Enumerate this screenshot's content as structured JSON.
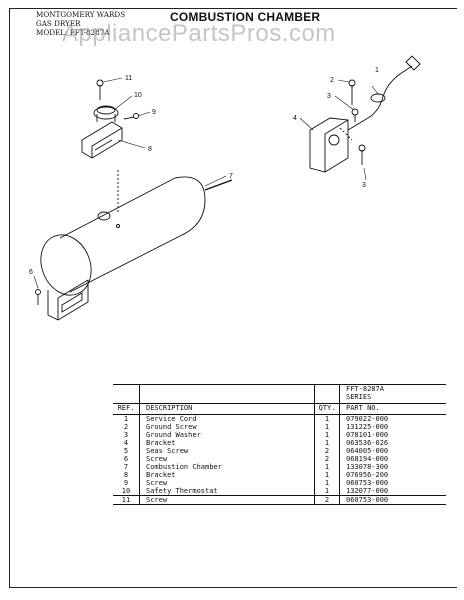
{
  "header": {
    "brand": "MONTGOMERY WARDS",
    "product": "GAS DRYER",
    "model_label": "MODEL:",
    "model_value": "FFT-8287A"
  },
  "title": "COMBUSTION CHAMBER",
  "watermark": "AppliancePartsPros.com",
  "callouts": [
    "1",
    "2",
    "3",
    "3",
    "4",
    "6",
    "7",
    "8",
    "9",
    "10",
    "11"
  ],
  "table": {
    "series_label": "FFT-8287A",
    "series_sub": "SERIES",
    "columns": {
      "ref": "REF.",
      "desc": "DESCRIPTION",
      "qty": "QTY.",
      "part": "PART NO."
    },
    "rows": [
      {
        "ref": "1",
        "desc": "Service Cord",
        "qty": "1",
        "part": "079022-000"
      },
      {
        "ref": "2",
        "desc": "Ground Screw",
        "qty": "1",
        "part": "131225-000"
      },
      {
        "ref": "3",
        "desc": "Ground Washer",
        "qty": "1",
        "part": "078101-000"
      },
      {
        "ref": "4",
        "desc": "Bracket",
        "qty": "1",
        "part": "063536-026"
      },
      {
        "ref": "5",
        "desc": "Seas Screw",
        "qty": "2",
        "part": "064005-000"
      },
      {
        "ref": "6",
        "desc": "Screw",
        "qty": "2",
        "part": "068194-000"
      },
      {
        "ref": "7",
        "desc": "Combustion Chamber",
        "qty": "1",
        "part": "133078-300"
      },
      {
        "ref": "8",
        "desc": "Bracket",
        "qty": "1",
        "part": "076956-200"
      },
      {
        "ref": "9",
        "desc": "Screw",
        "qty": "1",
        "part": "060753-000"
      },
      {
        "ref": "10",
        "desc": "Safety Thermostat",
        "qty": "1",
        "part": "132077-000"
      },
      {
        "ref": "11",
        "desc": "Screw",
        "qty": "2",
        "part": "060753-000"
      }
    ]
  }
}
